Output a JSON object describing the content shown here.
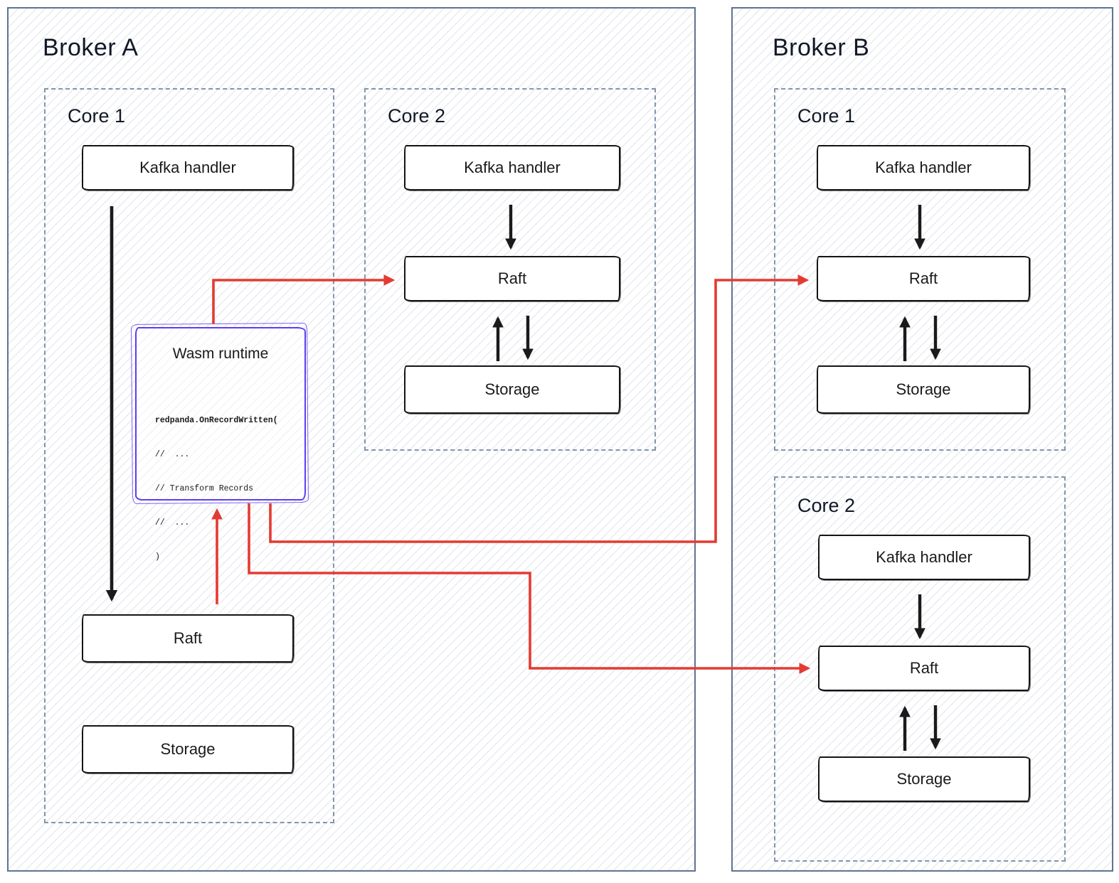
{
  "diagram": {
    "broker_a": {
      "title": "Broker A",
      "core1": {
        "title": "Core 1",
        "kafka": "Kafka handler",
        "raft": "Raft",
        "storage": "Storage",
        "wasm": {
          "title": "Wasm runtime",
          "code_lines": [
            "redpanda.OnRecordWritten(",
            "//  ...",
            "// Transform Records",
            "//  ...",
            ")"
          ]
        }
      },
      "core2": {
        "title": "Core 2",
        "kafka": "Kafka handler",
        "raft": "Raft",
        "storage": "Storage"
      }
    },
    "broker_b": {
      "title": "Broker B",
      "core1": {
        "title": "Core 1",
        "kafka": "Kafka handler",
        "raft": "Raft",
        "storage": "Storage"
      },
      "core2": {
        "title": "Core 2",
        "kafka": "Kafka handler",
        "raft": "Raft",
        "storage": "Storage"
      }
    },
    "colors": {
      "red_arrow": "#e33b32",
      "black_arrow": "#1a1a1a",
      "wasm_border": "#5b3ff0",
      "broker_border": "#5f7390",
      "core_border": "#8494ad"
    }
  }
}
